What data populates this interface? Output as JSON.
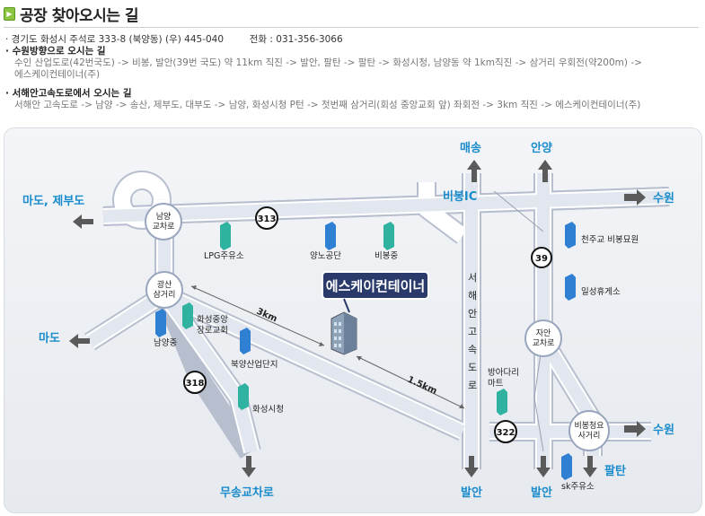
{
  "header": {
    "title": "공장 찾아오시는 길"
  },
  "info": {
    "address_line": "· 경기도 화성시 주석로 333-8 (북양동)  (우) 445-040",
    "phone_line": "전화 : 031-356-3066",
    "suwon_title": "· 수원방향으로 오시는 길",
    "suwon_route_1": "수인 산업도로(42번국도) -> 비봉, 발안(39번 국도) 약 11km 직진 -> 발안, 팔탄 -> 팔탄 -> 화성시청, 남양동 약 1km직진 -> 삼거리 우회전(약200m) ->",
    "suwon_route_2": "에스케이컨테이너(주)",
    "seohaean_title": "· 서해안고속도로에서 오시는 길",
    "seohaean_route": "서해안 고속도로 -> 남양 -> 송산, 제부도, 대부도 -> 남양, 화성시청 P턴 -> 첫번째 삼거리(회성 중앙교회 앞) 좌회전 -> 3km 직진 -> 에스케이컨테이너(주)"
  },
  "map": {
    "destinations": {
      "maesong": "매송",
      "anyang": "안양",
      "mado_jebudo": "마도, 제부도",
      "suwon_top": "수원",
      "mado": "마도",
      "suwon_bottom": "수원",
      "paltan": "팔탄",
      "musong": "무송교차로",
      "balan_1": "발안",
      "balan_2": "발안"
    },
    "interchanges": {
      "namyang": [
        "남양",
        "교차로"
      ],
      "gwangsan": [
        "광산",
        "삼거리"
      ],
      "jaan": [
        "자안",
        "교차로"
      ],
      "bibong_cheongyo": [
        "비봉청요",
        "사거리"
      ]
    },
    "road_numbers": {
      "r313": "313",
      "r39": "39",
      "r318": "318",
      "r322": "322"
    },
    "expressway": {
      "ic": "비봉IC",
      "name_chars": [
        "서",
        "해",
        "안",
        "고",
        "속",
        "도",
        "로"
      ]
    },
    "landmarks": {
      "lpg": "LPG주유소",
      "yangno": "양노공단",
      "bibongjung": "비봉중",
      "church": [
        "화성중앙",
        "장로교회"
      ],
      "namyangjung": "남양중",
      "buk_yang": "북양산업단지",
      "city_hall": "화성시청",
      "bangadari": [
        "방아다리",
        "마트"
      ],
      "cheonju": "천주교 비봉묘원",
      "ilseong": "일성휴게소",
      "sk_gas": "sk주유소"
    },
    "company": "에스케이컨테이너",
    "distances": {
      "d3": "3km",
      "d15": "1.5km"
    }
  },
  "colors": {
    "blue_label": "#1a8ccc",
    "road_fill": "#e9ecf2",
    "road_stroke": "#b9c0cf",
    "marker_blue": "#2f7fd2",
    "marker_teal": "#2fb3a0",
    "arrow_gray": "#5a5a5a",
    "company_box": "#2a3a6a"
  }
}
